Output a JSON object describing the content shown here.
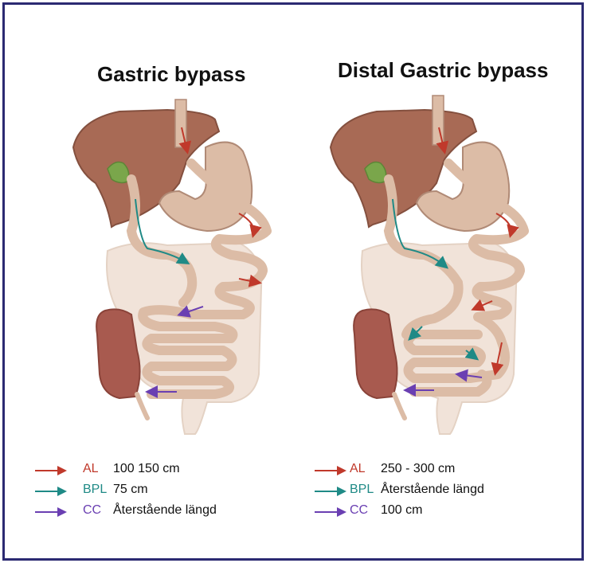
{
  "left": {
    "title": "Gastric bypass"
  },
  "right": {
    "title": "Distal Gastric bypass"
  },
  "legend_left": [
    {
      "abbr": "AL",
      "value": "100 150 cm",
      "color": "#c0392b"
    },
    {
      "abbr": "BPL",
      "value": "75 cm",
      "color": "#1f8a86"
    },
    {
      "abbr": "CC",
      "value": "Återstående längd",
      "color": "#6a3fb2"
    }
  ],
  "legend_right": [
    {
      "abbr": "AL",
      "value": "250 - 300 cm",
      "color": "#c0392b"
    },
    {
      "abbr": "BPL",
      "value": "Återstående längd",
      "color": "#1f8a86"
    },
    {
      "abbr": "CC",
      "value": "100 cm",
      "color": "#6a3fb2"
    }
  ],
  "colors": {
    "frame": "#2b2a72",
    "liver": "#a86a55",
    "intestine": "#dcbca6",
    "colon": "#a85a4f",
    "gallbladder": "#7aa64b"
  }
}
